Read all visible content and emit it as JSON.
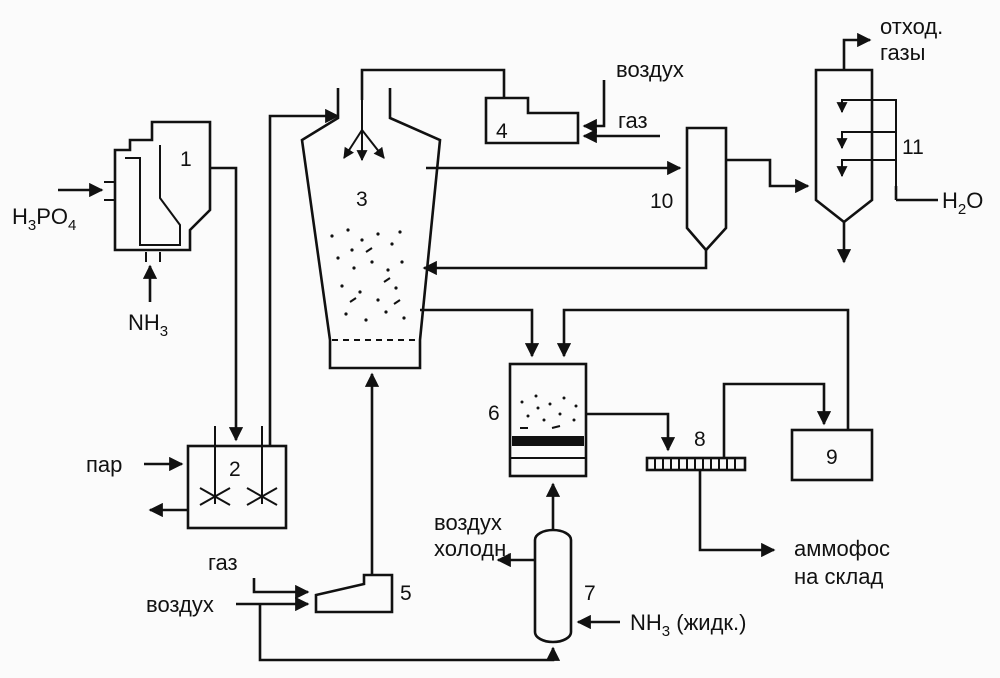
{
  "labels": {
    "h3po4": {
      "main": "H",
      "s1": "3",
      "mid": "PO",
      "s2": "4"
    },
    "nh3_in": {
      "main": "NH",
      "s1": "3"
    },
    "par": "пар",
    "gas_top": "газ",
    "air_top": "воздух",
    "offgas_line1": "отход.",
    "offgas_line2": "газы",
    "water": {
      "main": "H",
      "s1": "2",
      "end": "O"
    },
    "gas_bottom": "газ",
    "air_bottom": "воздух",
    "cold_air_line1": "воздух",
    "cold_air_line2": "холодн.",
    "nh3_liquid": {
      "main": "NH",
      "s1": "3",
      "end": " (жидк.)"
    },
    "product_line1": "аммофос",
    "product_line2": "на склад"
  },
  "units": [
    "1",
    "2",
    "3",
    "4",
    "5",
    "6",
    "7",
    "8",
    "9",
    "10",
    "11"
  ]
}
